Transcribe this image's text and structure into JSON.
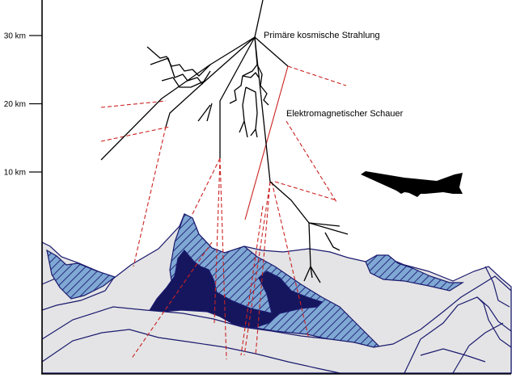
{
  "axis": {
    "ticks": [
      {
        "label": "30 km"
      },
      {
        "label": "20 km"
      },
      {
        "label": "10 km"
      }
    ]
  },
  "labels": {
    "primary": "Primäre kosmische Strahlung",
    "shower": "Elektromagnetischer Schauer"
  },
  "icons": {
    "aircraft": "airplane-icon"
  },
  "colors": {
    "hadronic": "#000000",
    "electromagnetic": "#cc2222",
    "mountain_fill": "#e4e4e6",
    "mountain_outline": "#1a1a6e",
    "snow_hatch": "#7fa8d4",
    "dark_rock": "#16165e"
  }
}
